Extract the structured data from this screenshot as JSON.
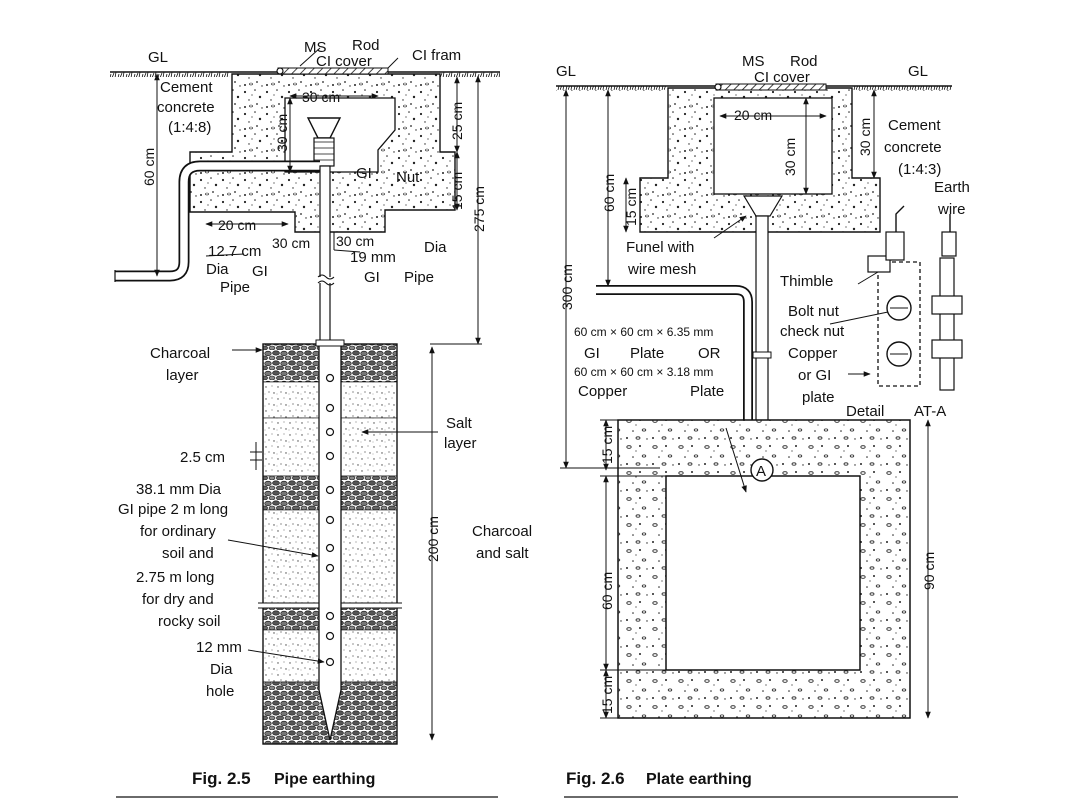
{
  "pipe_earthing": {
    "gl": "GL",
    "ms": "MS",
    "rod": "Rod",
    "ci_cover": "CI cover",
    "ci_frame": "CI fram",
    "cement_concrete_1": "Cement",
    "cement_concrete_2": "concrete",
    "cement_concrete_3": "(1:4:8)",
    "d_30cm_top": "30 cm",
    "d_30cm_vert": "30 cm",
    "d_25cm": "25 cm",
    "d_60cm": "60 cm",
    "d_15cm": "15 cm",
    "d_275cm": "275 cm",
    "gi": "GI",
    "nut": "Nut",
    "d_20cm": "20 cm",
    "d_30cm_a": "30 cm",
    "d_30cm_b": "30 cm",
    "pipe127_1": "12.7 cm",
    "pipe127_2": "Dia",
    "pipe127_3": "GI",
    "pipe127_4": "Pipe",
    "pipe19_1": "19 mm",
    "pipe19_2": "Dia",
    "pipe19_3": "GI",
    "pipe19_4": "Pipe",
    "charcoal_layer_1": "Charcoal",
    "charcoal_layer_2": "layer",
    "salt_layer_1": "Salt",
    "salt_layer_2": "layer",
    "d_25": "2.5 cm",
    "gi_pipe_desc": [
      "38.1 mm Dia",
      "GI pipe 2 m long",
      "for ordinary",
      "soil and",
      "2.75 m long",
      "for dry and",
      "rocky soil"
    ],
    "d_200cm": "200 cm",
    "charcoal_salt_1": "Charcoal",
    "charcoal_salt_2": "and salt",
    "hole_1": "12 mm",
    "hole_2": "Dia",
    "hole_3": "hole",
    "caption_num": "Fig. 2.5",
    "caption_txt": "Pipe earthing"
  },
  "plate_earthing": {
    "gl_left": "GL",
    "gl_right": "GL",
    "ms": "MS",
    "rod": "Rod",
    "ci_cover": "CI cover",
    "d_20cm": "20 cm",
    "d_30cm": "30 cm",
    "d_30cm_right": "30 cm",
    "cement_1": "Cement",
    "cement_2": "concrete",
    "cement_3": "(1:4:3)",
    "earth_wire_1": "Earth",
    "earth_wire_2": "wire",
    "d_60cm_top": "60 cm",
    "d_15cm_top": "15 cm",
    "funnel_1": "Funel with",
    "funnel_2": "wire mesh",
    "d_300cm": "300 cm",
    "thimble": "Thimble",
    "bolt_1": "Bolt nut",
    "bolt_2": "check nut",
    "plate_1": "60 cm × 60 cm × 6.35 mm",
    "plate_2a": "GI",
    "plate_2b": "Plate",
    "plate_2c": "OR",
    "plate_3": "60 cm × 60 cm × 3.18 mm",
    "plate_4a": "Copper",
    "plate_4b": "Plate",
    "copper_1": "Copper",
    "copper_2": "or GI",
    "copper_3": "plate",
    "detail": "Detail",
    "at_a": "AT-A",
    "d_15cm_mid": "15 cm",
    "marker_a": "A",
    "d_60cm_bottom": "60 cm",
    "d_90cm": "90 cm",
    "d_15cm_bottom": "15 cm",
    "caption_num": "Fig. 2.6",
    "caption_txt": "Plate earthing"
  }
}
